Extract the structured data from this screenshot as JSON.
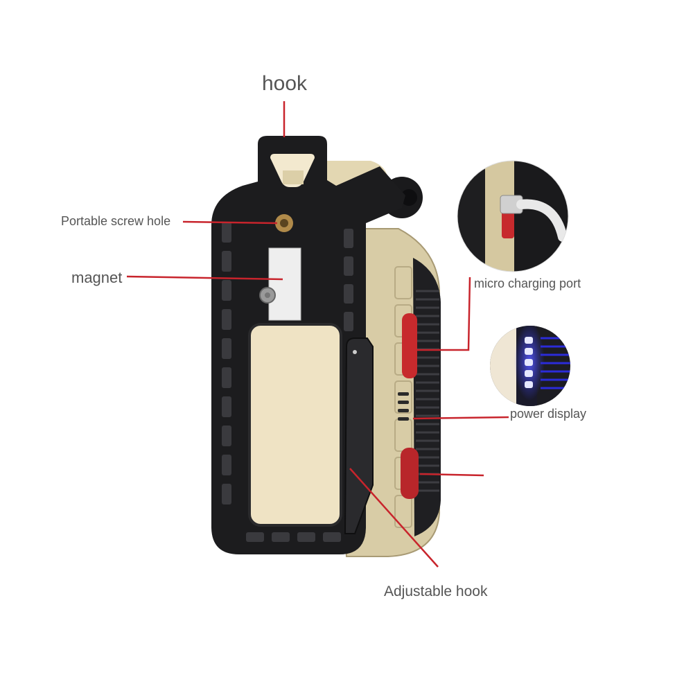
{
  "labels": {
    "hook": "hook",
    "screw_hole": "Portable screw hole",
    "magnet": "magnet",
    "charging_port": "micro charging port",
    "power_display": "power display",
    "adjustable_hook": "Adjustable hook"
  },
  "colors": {
    "background": "#ffffff",
    "label_text": "#555555",
    "leader_line": "#c8242c",
    "body_black": "#1c1c1e",
    "body_beige": "#d8cca6",
    "lens": "#efe3c4",
    "button_red": "#c72a2d",
    "led_blue": "#3a3ff0"
  },
  "icons": {
    "device": "work-light-icon",
    "charging_inset": "micro-usb-port-icon",
    "power_inset": "battery-led-indicator-icon"
  }
}
